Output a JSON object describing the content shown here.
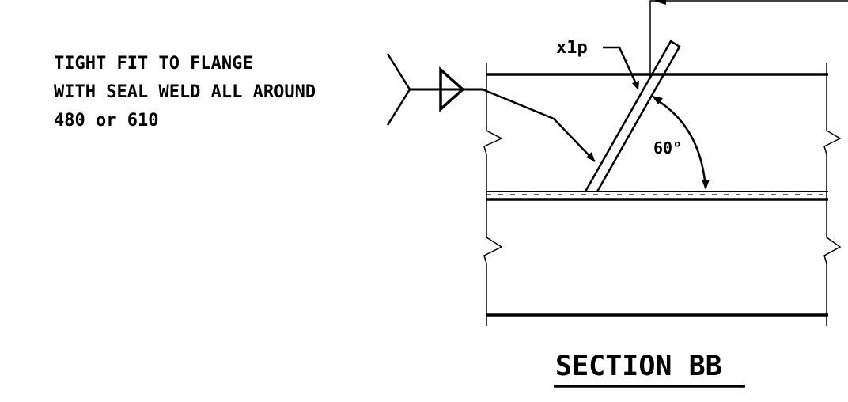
{
  "weld_note": {
    "line1": "TIGHT FIT TO FLANGE",
    "line2": "WITH SEAL WELD ALL AROUND",
    "line3": "480 or 610"
  },
  "stiffener_label": "x1p",
  "angle_label": "60°",
  "section_title": "SECTION BB",
  "colors": {
    "ink": "#000000",
    "background": "#ffffff"
  }
}
